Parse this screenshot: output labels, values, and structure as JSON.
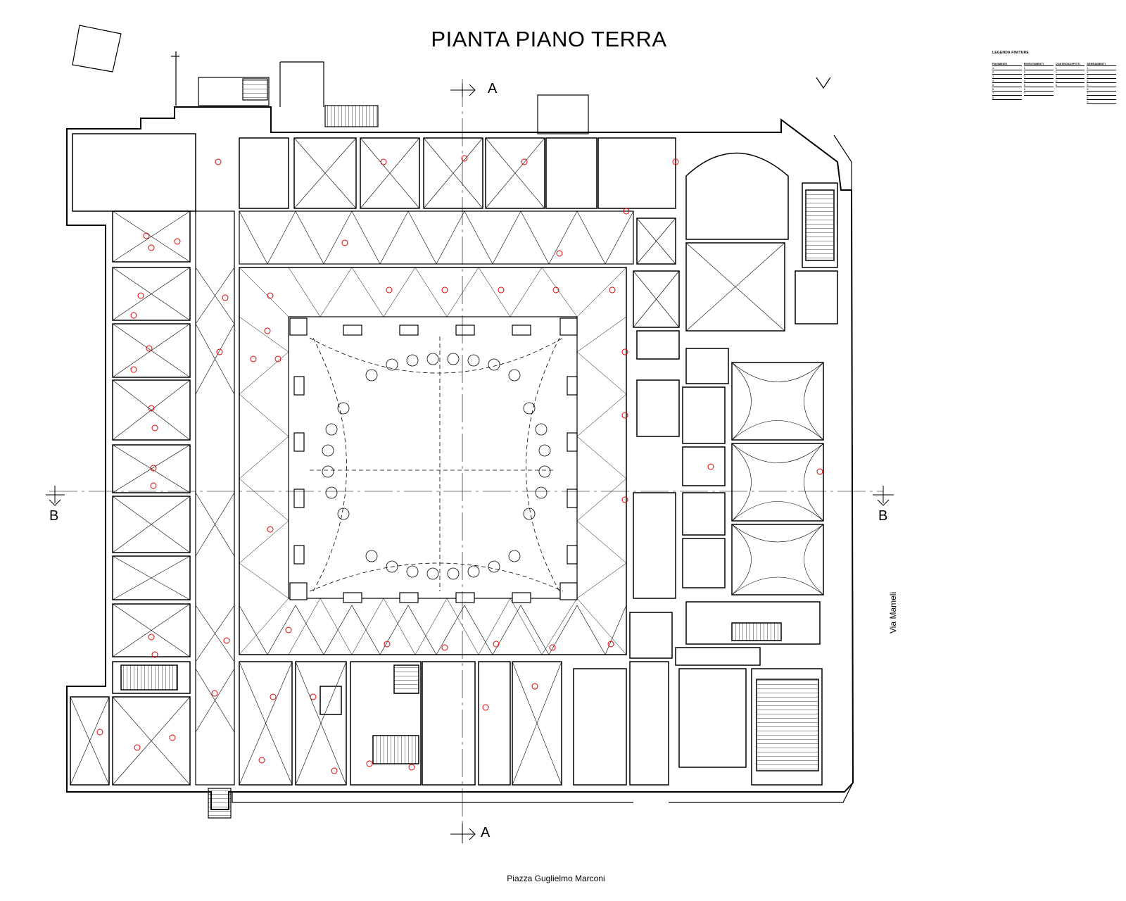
{
  "title": "PIANTA PIANO TERRA",
  "streets": {
    "bottom": "Piazza Guglielmo Marconi",
    "right": "Via Mameli"
  },
  "sections": [
    {
      "id": "A-top",
      "label": "A"
    },
    {
      "id": "A-bottom",
      "label": "A"
    },
    {
      "id": "B-left",
      "label": "B"
    },
    {
      "id": "B-right",
      "label": "B"
    }
  ],
  "legend": {
    "title": "LEGENDA FINITURE",
    "columns": [
      {
        "head": "PAVIMENTI",
        "items": [
          "1",
          "2",
          "3",
          "4",
          "5",
          "6",
          "7",
          "8"
        ]
      },
      {
        "head": "RIVESTIMENTI",
        "items": [
          "1",
          "2",
          "3",
          "4",
          "5",
          "6",
          "7"
        ]
      },
      {
        "head": "CONTROSOFFITTI",
        "items": [
          "1",
          "2",
          "3",
          "4",
          "5"
        ]
      },
      {
        "head": "SERRAMENTI",
        "items": [
          "1",
          "2",
          "3",
          "4",
          "5",
          "6",
          "7",
          "8",
          "9"
        ]
      }
    ]
  },
  "colors": {
    "line": "#000000",
    "annotation": "#e00000",
    "background": "#ffffff"
  }
}
